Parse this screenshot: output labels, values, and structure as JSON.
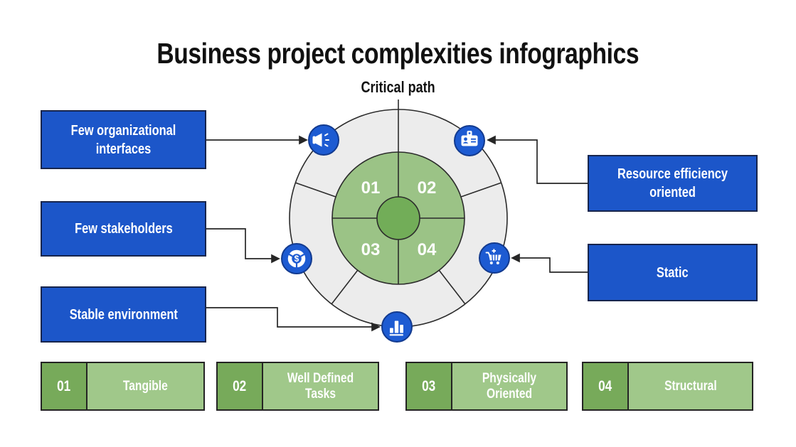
{
  "title": "Business project complexities infographics",
  "subtitle": "Critical path",
  "callouts": {
    "left": [
      {
        "label": "Few organizational interfaces"
      },
      {
        "label": "Few stakeholders"
      },
      {
        "label": "Stable environment"
      }
    ],
    "right": [
      {
        "label": "Resource efficiency oriented"
      },
      {
        "label": "Static"
      }
    ]
  },
  "wheel": {
    "quadrants": [
      "01",
      "02",
      "03",
      "04"
    ],
    "icons": [
      "megaphone",
      "id-badge",
      "funds",
      "shopping-cart",
      "bar-chart"
    ]
  },
  "legend": {
    "items": [
      {
        "num": "01",
        "label": "Tangible"
      },
      {
        "num": "02",
        "label": "Well Defined Tasks"
      },
      {
        "num": "03",
        "label": "Physically Oriented"
      },
      {
        "num": "04",
        "label": "Structural"
      }
    ]
  },
  "colors": {
    "accent_blue": "#1c56c9",
    "icon_blue": "#1d5bd2",
    "ring_gray": "#ececec",
    "quadrant_green": "#9bc386",
    "center_green": "#72ad58",
    "legend_num_green": "#77aa5a",
    "legend_label_green": "#a0c88a",
    "line_dark": "#262626"
  }
}
